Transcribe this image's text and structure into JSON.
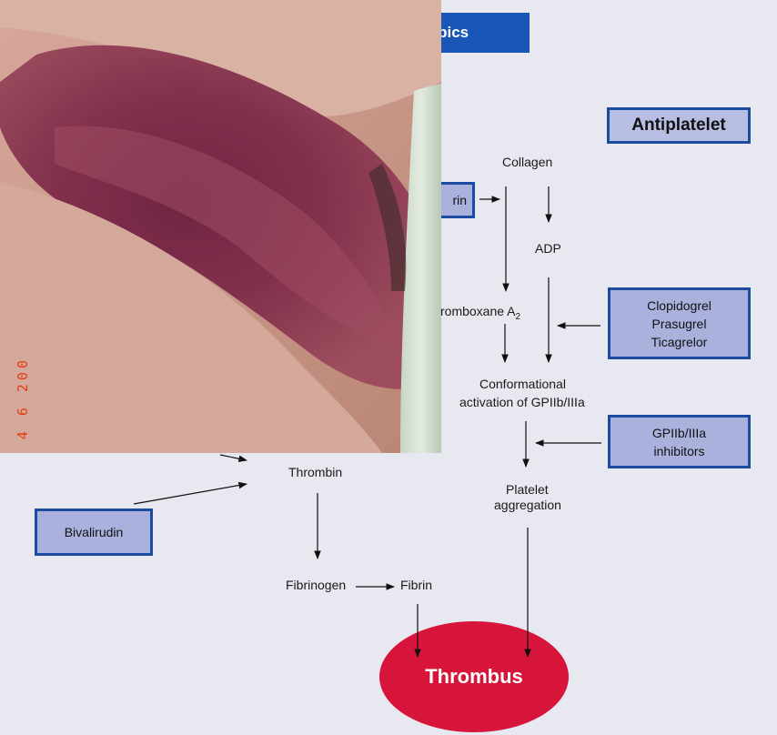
{
  "banner_text": "mbics",
  "section_title": "Antiplatelet",
  "nodes": {
    "collagen": "Collagen",
    "adp": "ADP",
    "thromboxane": "romboxane A",
    "thromboxane_sub": "2",
    "conformational": "Conformational",
    "conformational2": "activation of GPIIb/IIIa",
    "platelet": "Platelet",
    "platelet2": "aggregation",
    "thrombin": "Thrombin",
    "fibrinogen": "Fibrinogen",
    "fibrin": "Fibrin",
    "thrombus": "Thrombus"
  },
  "drugs": {
    "aspirin_fragment": "rin",
    "p2y12": [
      "Clopidogrel",
      "Prasugrel",
      "Ticagrelor"
    ],
    "gp_inhibitors": [
      "GPIIb/IIIa",
      "inhibitors"
    ],
    "bivalirudin": "Bivalirudin"
  },
  "photo": {
    "description_icon": "bruise-photo",
    "date_stamp": "4 6 200"
  },
  "colors": {
    "background": "#e8e8f1",
    "box_fill": "#a9b1dc",
    "box_border": "#1c4ca0",
    "banner": "#1a56b8",
    "thrombus": "#d7143a"
  }
}
